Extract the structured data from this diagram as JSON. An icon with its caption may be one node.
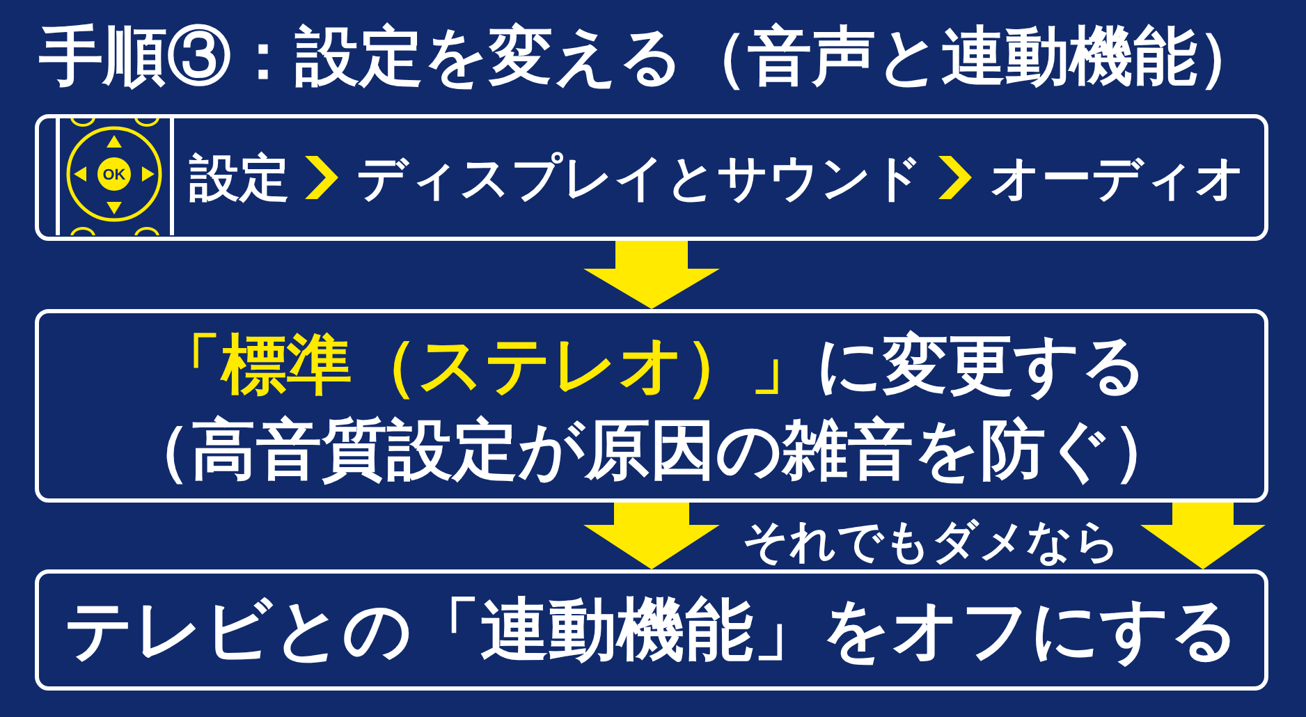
{
  "diagram": {
    "title": "手順③：設定を変える（音声と連動機能）",
    "nodes": [
      {
        "text": [
          "設定",
          "ディスプレイとサウンド",
          "オーディオ"
        ]
      },
      {
        "text": [
          "「標準（ステレオ）」",
          "に変更する",
          "（高音質設定が原因の雑音を防ぐ）"
        ]
      },
      {
        "text": [
          "テレビとの「連動機能」をオフにする"
        ]
      }
    ],
    "edges": [
      {
        "from": 0,
        "to": 1,
        "arrow": "to"
      },
      {
        "from": 1,
        "to": 2,
        "arrow": "to"
      },
      {
        "from": 1,
        "to": 2,
        "arrow": "to",
        "label": "それでもダメなら"
      }
    ],
    "labels": [
      "OK"
    ]
  }
}
